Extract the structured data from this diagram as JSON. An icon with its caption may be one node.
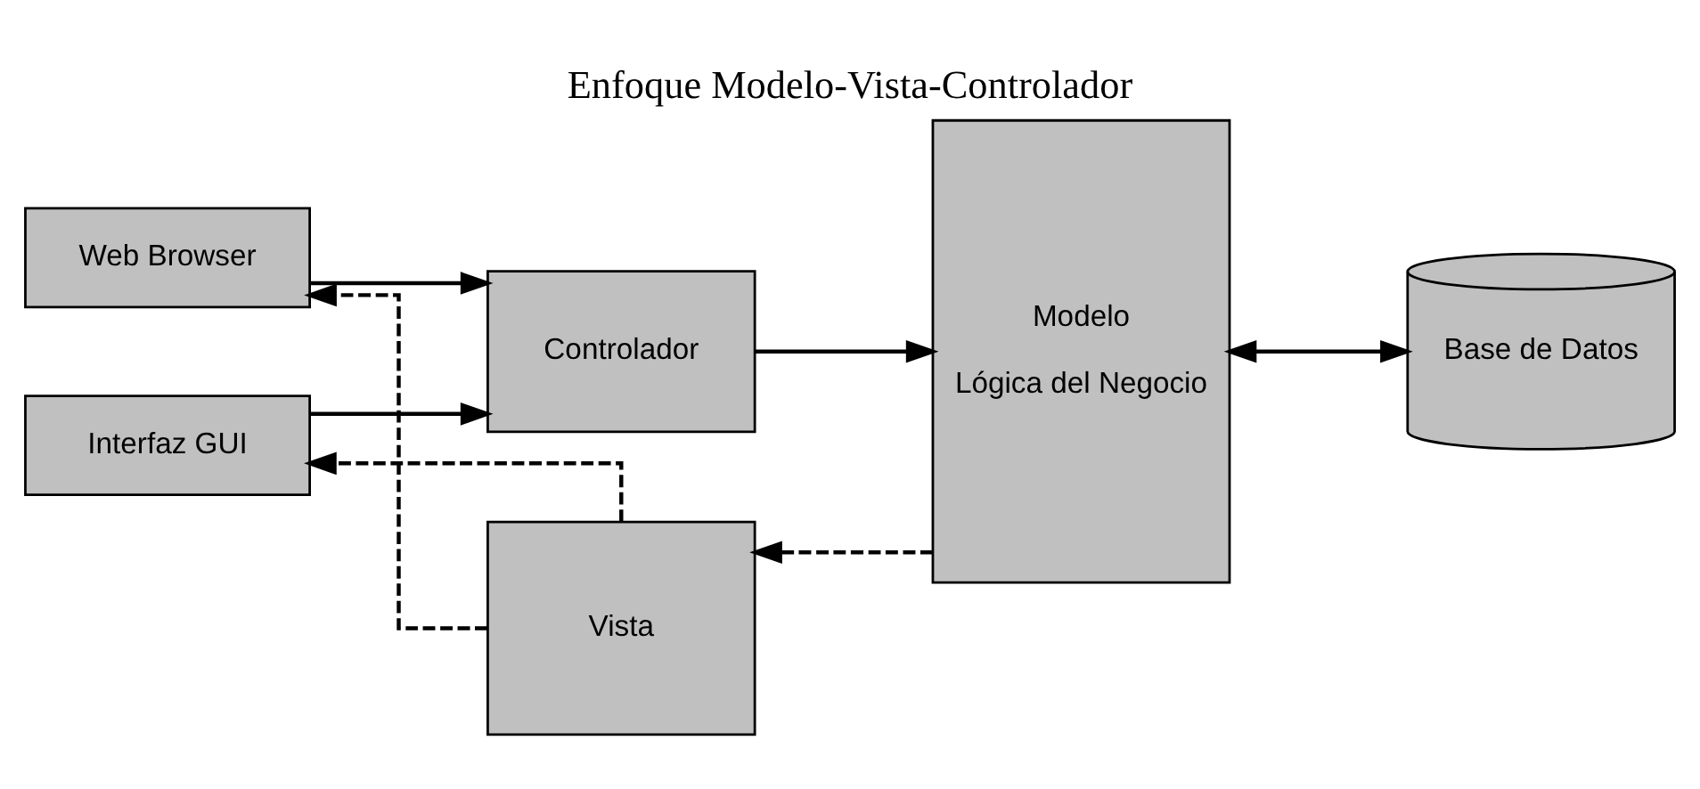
{
  "diagram": {
    "title": "Enfoque Modelo-Vista-Controlador",
    "nodes": [
      {
        "text": [
          "Web Browser"
        ]
      },
      {
        "text": [
          "Interfaz GUI"
        ]
      },
      {
        "text": [
          "Controlador"
        ]
      },
      {
        "text": [
          "Vista"
        ]
      },
      {
        "text": [
          "Modelo",
          "Lógica del Negocio"
        ]
      },
      {
        "text": [
          "Base de Datos"
        ]
      }
    ],
    "edges": [
      {
        "from": 0,
        "to": 2,
        "arrow": "to"
      },
      {
        "from": 1,
        "to": 2,
        "arrow": "to"
      },
      {
        "from": 2,
        "to": 4,
        "arrow": "to"
      },
      {
        "from": 4,
        "to": 5,
        "arrow": "both"
      },
      {
        "from": 4,
        "to": 3,
        "arrow": "to",
        "style": "dashed"
      },
      {
        "from": 3,
        "to": 0,
        "arrow": "to",
        "style": "dashed"
      },
      {
        "from": 3,
        "to": 1,
        "arrow": "to",
        "style": "dashed"
      }
    ]
  }
}
